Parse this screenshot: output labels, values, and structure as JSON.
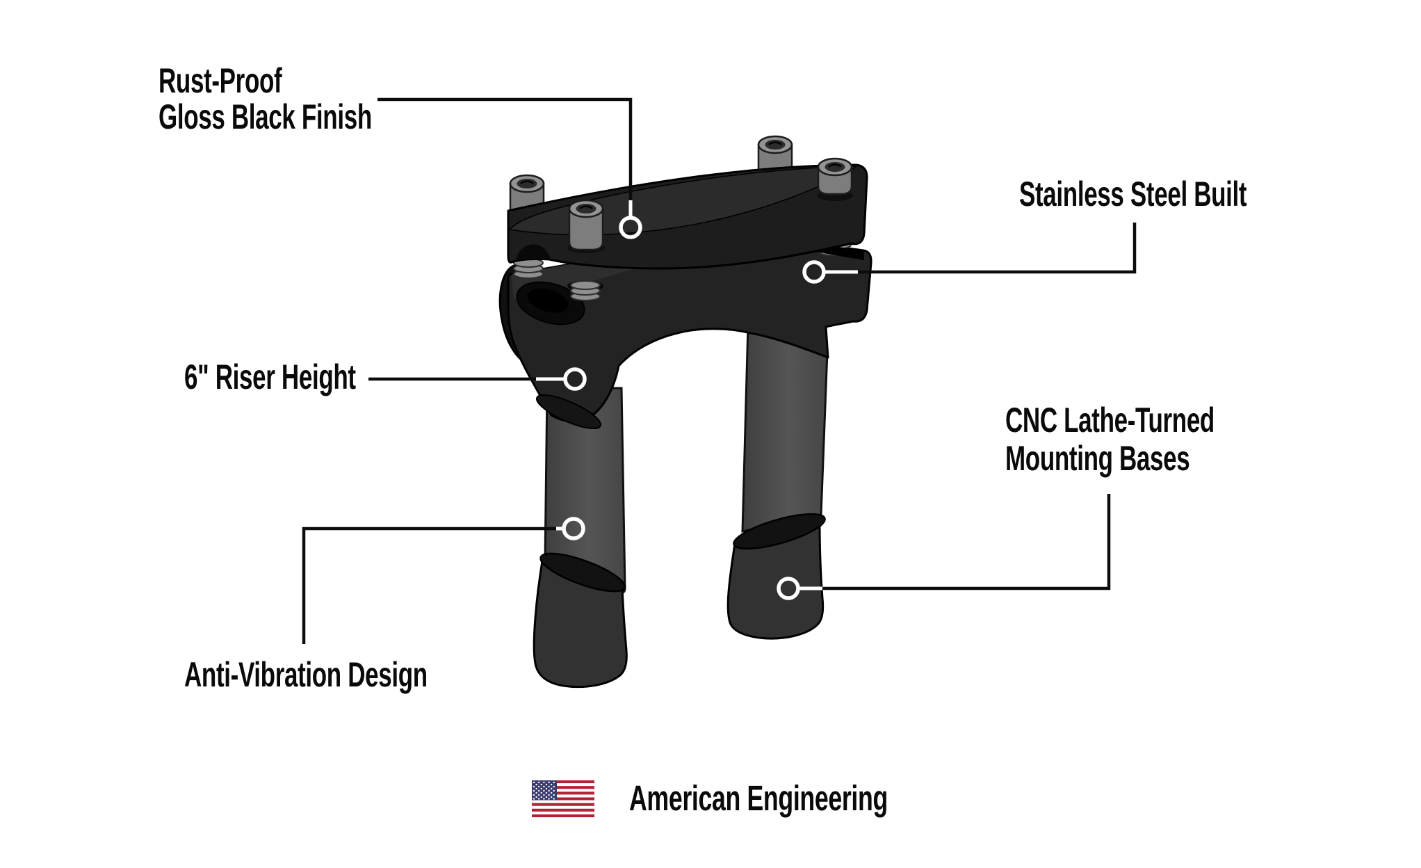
{
  "callouts": [
    {
      "id": "rust",
      "label": "Rust-Proof\nGloss Black Finish"
    },
    {
      "id": "stainless",
      "label": "Stainless Steel Built"
    },
    {
      "id": "riser-height",
      "label": "6\" Riser Height"
    },
    {
      "id": "cnc",
      "label": "CNC Lathe-Turned\nMounting Bases"
    },
    {
      "id": "anti-vibration",
      "label": "Anti-Vibration Design"
    }
  ],
  "footer": {
    "caption": "American Engineering"
  },
  "flag": {
    "red": "#B22234",
    "white": "#FFFFFF",
    "blue": "#3C3B6E",
    "star": "#FFFFFF"
  },
  "product": {
    "finish_color": "#1e1e1e",
    "riser_color": "#4c4c4c",
    "hardware_color": "#8f8f8f",
    "marker_color": "#ffffff",
    "line_color": "#0c0c0c"
  }
}
